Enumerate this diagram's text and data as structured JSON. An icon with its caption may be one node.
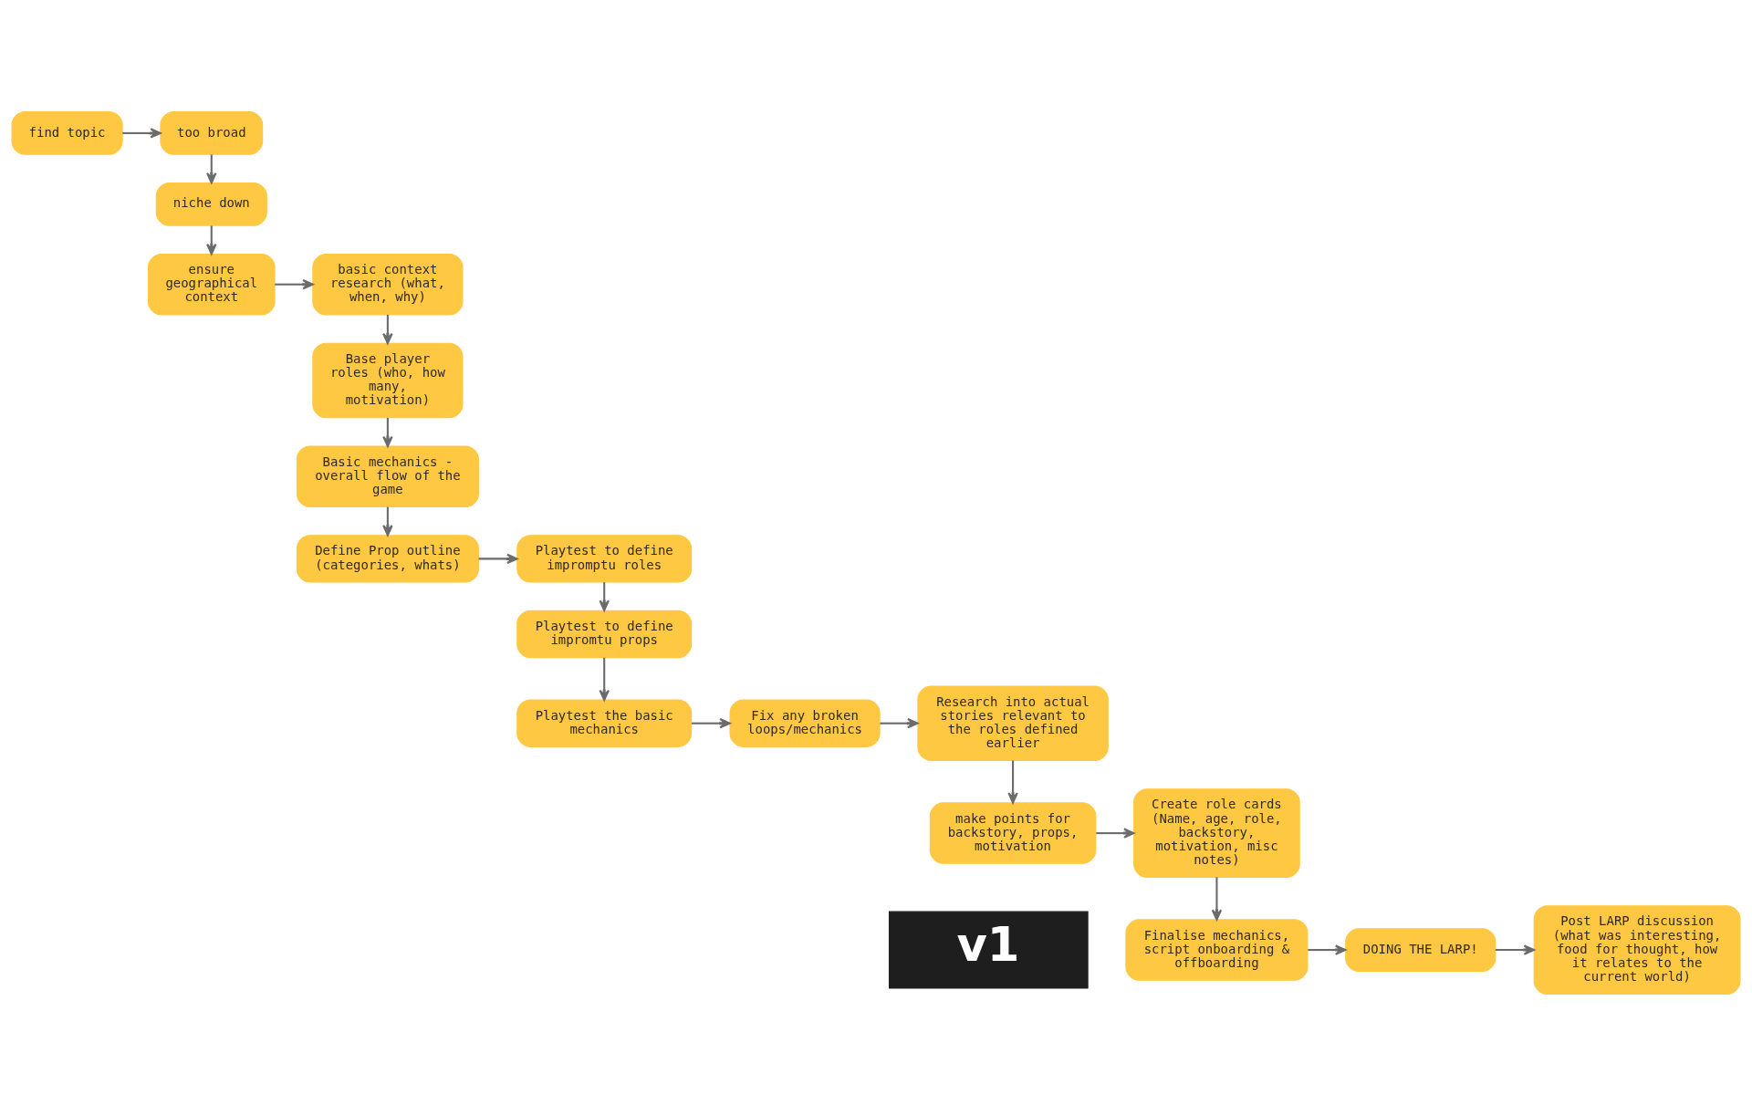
{
  "diagram": {
    "nodes": [
      {
        "text": [
          "find topic"
        ]
      },
      {
        "text": [
          "too broad"
        ]
      },
      {
        "text": [
          "niche down"
        ]
      },
      {
        "text": [
          "ensure geographical context"
        ]
      },
      {
        "text": [
          "basic context research (what, when, why)"
        ]
      },
      {
        "text": [
          "Base player roles (who, how many, motivation)"
        ]
      },
      {
        "text": [
          "Basic mechanics - overall flow of the game"
        ]
      },
      {
        "text": [
          "Define Prop outline (categories, whats)"
        ]
      },
      {
        "text": [
          "Playtest to define impromptu roles"
        ]
      },
      {
        "text": [
          "Playtest to define impromtu props"
        ]
      },
      {
        "text": [
          "Playtest the basic mechanics"
        ]
      },
      {
        "text": [
          "Fix any broken loops/mechanics"
        ]
      },
      {
        "text": [
          "Research into actual stories relevant to the roles defined earlier"
        ]
      },
      {
        "text": [
          "make points for backstory, props, motivation"
        ]
      },
      {
        "text": [
          "Create role cards (Name, age, role, backstory, motivation, misc notes)"
        ]
      },
      {
        "text": [
          "Finalise mechanics, script onboarding & offboarding"
        ]
      },
      {
        "text": [
          "DOING THE LARP!"
        ]
      },
      {
        "text": [
          "Post LARP discussion (what was interesting, food for thought, how it relates to the current world)"
        ]
      },
      {
        "text": [
          "v1"
        ]
      }
    ],
    "edges": [
      {
        "from": 0,
        "to": 1,
        "arrow": "to"
      },
      {
        "from": 1,
        "to": 2,
        "arrow": "to"
      },
      {
        "from": 2,
        "to": 3,
        "arrow": "to"
      },
      {
        "from": 3,
        "to": 4,
        "arrow": "to"
      },
      {
        "from": 4,
        "to": 5,
        "arrow": "to"
      },
      {
        "from": 5,
        "to": 6,
        "arrow": "to"
      },
      {
        "from": 6,
        "to": 7,
        "arrow": "to"
      },
      {
        "from": 7,
        "to": 8,
        "arrow": "to"
      },
      {
        "from": 8,
        "to": 9,
        "arrow": "to"
      },
      {
        "from": 9,
        "to": 10,
        "arrow": "to"
      },
      {
        "from": 10,
        "to": 11,
        "arrow": "to"
      },
      {
        "from": 11,
        "to": 12,
        "arrow": "to"
      },
      {
        "from": 12,
        "to": 13,
        "arrow": "to"
      },
      {
        "from": 13,
        "to": 14,
        "arrow": "to"
      },
      {
        "from": 14,
        "to": 15,
        "arrow": "to"
      },
      {
        "from": 15,
        "to": 16,
        "arrow": "to"
      },
      {
        "from": 16,
        "to": 17,
        "arrow": "to"
      }
    ]
  }
}
